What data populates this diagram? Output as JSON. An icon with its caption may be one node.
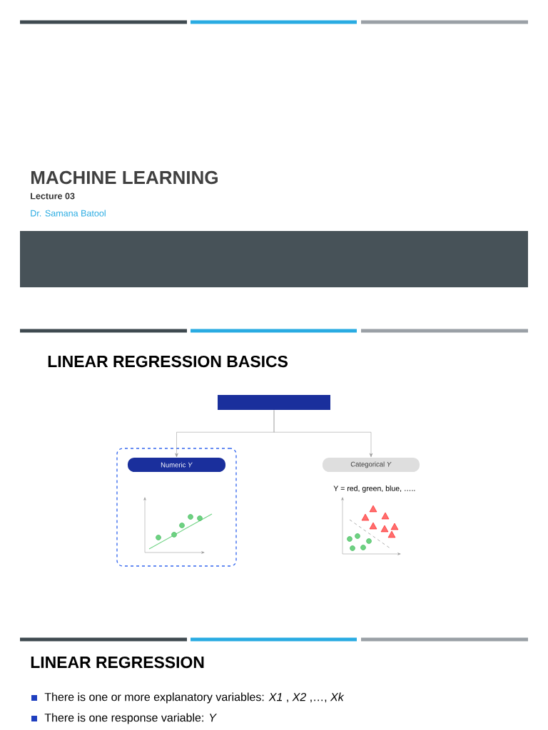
{
  "diagram": {
    "nodes": [
      {
        "text": [],
        "shape": "box"
      },
      {
        "text": [],
        "shape": "box"
      },
      {
        "text": [],
        "shape": "box"
      },
      {
        "text": [
          "Numeric *Y*"
        ],
        "in": 2
      },
      {
        "text": [
          "Categorical *Y*"
        ]
      }
    ],
    "edges": [
      {
        "from": 1,
        "to": 3,
        "arrow": "to"
      },
      {
        "from": 1,
        "to": 4,
        "arrow": "to"
      }
    ],
    "labels": [
      "MACHINE LEARNING",
      "Lecture 03",
      "Dr. Samana Batool",
      "LINEAR REGRESSION BASICS",
      "Y = red, green, blue, …..",
      "LINEAR REGRESSION",
      "There is one or more explanatory variables: *X1* , *X2* ,…, *Xk*",
      "There is one response variable: *Y*"
    ]
  }
}
